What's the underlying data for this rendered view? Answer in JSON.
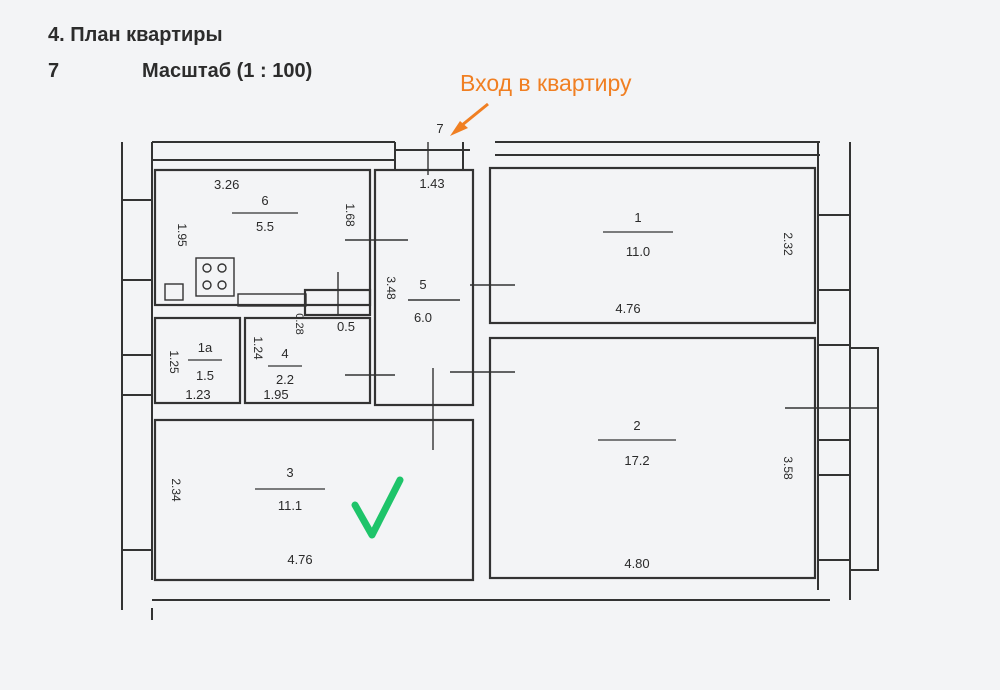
{
  "header": {
    "section_title": "4. План квартиры",
    "floor_number": "7",
    "scale_label": "Масштаб (1 : 100)"
  },
  "entrance": {
    "label": "Вход в квартиру",
    "marker": "7",
    "door_width": "1.43",
    "arrow_color": "#f07f22"
  },
  "rooms": {
    "r1": {
      "number": "1",
      "area": "11.0",
      "length": "4.76",
      "width": "2.32"
    },
    "r2": {
      "number": "2",
      "area": "17.2",
      "length": "4.80",
      "width": "3.58"
    },
    "r3": {
      "number": "3",
      "area": "11.1",
      "length": "4.76",
      "width": "2.34"
    },
    "r4": {
      "number": "4",
      "area": "2.2",
      "length": "1.95",
      "width": "1.24"
    },
    "r1a": {
      "number": "1а",
      "area": "1.5",
      "length": "1.23",
      "width": "1.25"
    },
    "r5": {
      "number": "5",
      "area": "6.0",
      "width": "3.48"
    },
    "r6": {
      "number": "6",
      "area": "5.5",
      "length": "3.26",
      "width": "1.95",
      "width2": "1.68"
    },
    "closet": {
      "area": "0.5",
      "width": "0.28"
    }
  },
  "marks": {
    "checkmark_color": "#1ec46a",
    "checkmark_icon": "checkmark-icon"
  }
}
